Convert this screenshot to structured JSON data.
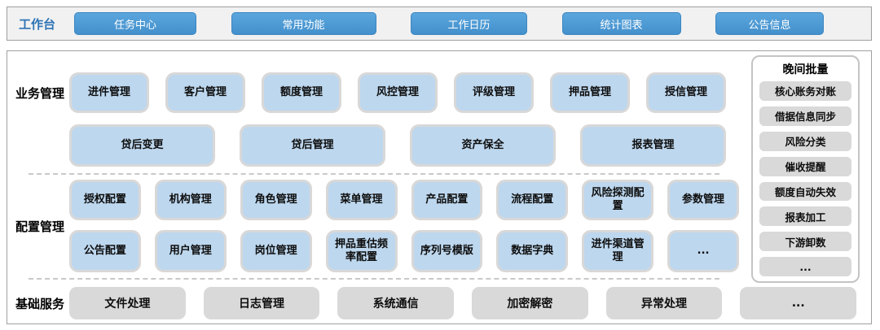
{
  "colors": {
    "topbar_button_blue": "#4a9ad5",
    "workbench_label_blue": "#2e74b5",
    "module_light_blue": "#bdd7ee",
    "module_border_gray": "#d8d8d8",
    "service_gray": "#d9d9d9",
    "panel_border": "#a0a0a0"
  },
  "topbar": {
    "label": "工作台",
    "buttons": [
      "任务中心",
      "常用功能",
      "工作日历",
      "统计图表",
      "公告信息"
    ]
  },
  "sections": {
    "business": {
      "label": "业务管理",
      "row1": [
        "进件管理",
        "客户管理",
        "额度管理",
        "风控管理",
        "评级管理",
        "押品管理",
        "授信管理"
      ],
      "row2": [
        "贷后变更",
        "贷后管理",
        "资产保全",
        "报表管理"
      ]
    },
    "config": {
      "label": "配置管理",
      "row1": [
        "授权配置",
        "机构管理",
        "角色管理",
        "菜单管理",
        "产品配置",
        "流程配置",
        "风险探测配置",
        "参数管理"
      ],
      "row2": [
        "公告配置",
        "用户管理",
        "岗位管理",
        "押品重估频率配置",
        "序列号模版",
        "数据字典",
        "进件渠道管理",
        "..."
      ]
    },
    "base": {
      "label": "基础服务",
      "items": [
        "文件处理",
        "日志管理",
        "系统通信",
        "加密解密",
        "异常处理",
        "..."
      ]
    },
    "night_batch": {
      "title": "晚间批量",
      "items": [
        "核心账务对账",
        "借据信息同步",
        "风险分类",
        "催收提醒",
        "额度自动失效",
        "报表加工",
        "下游卸数",
        "..."
      ]
    }
  }
}
